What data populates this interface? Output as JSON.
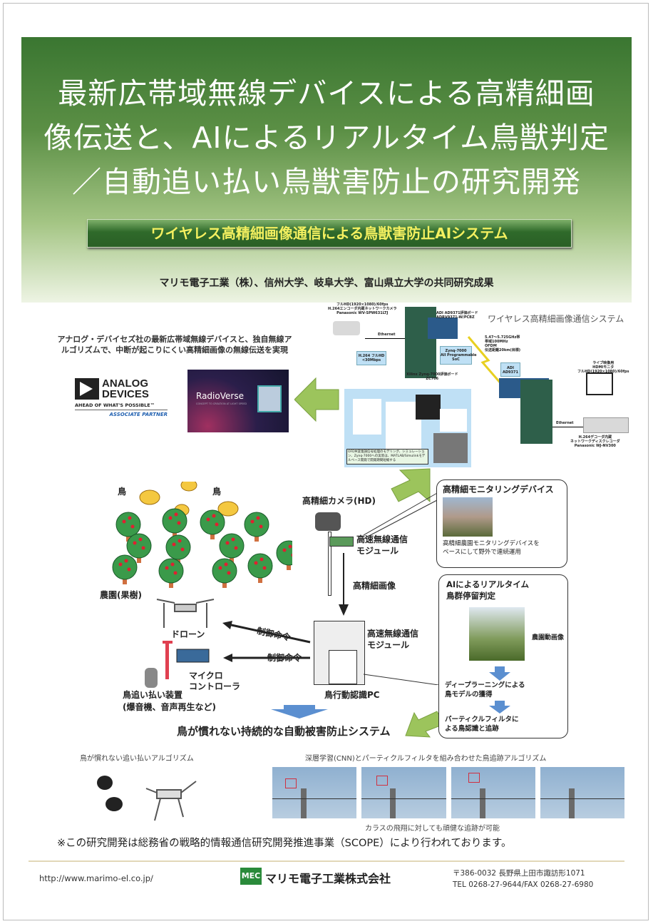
{
  "title_lines": [
    "最新広帯域無線デバイスによる高精細画",
    "像伝送と、AIによるリアルタイム鳥獣判定",
    "／自動追い払い鳥獣害防止の研究開発"
  ],
  "banner": "ワイヤレス高精細画像通信による鳥獣害防止AIシステム",
  "collaboration": "マリモ電子工業（株）、信州大学、岐阜大学、富山県立大学の共同研究成果",
  "intro": [
    "アナログ・デバイセズ社の最新広帯域無線デバイスと、独自無線ア",
    "ルゴリズムで、中断が起こりにくい高精細画像の無線伝送を実現"
  ],
  "adi_logo": {
    "line1": "ANALOG",
    "line2": "DEVICES",
    "tagline": "AHEAD OF WHAT'S POSSIBLE™",
    "partner": "ASSOCIATE PARTNER"
  },
  "radioverse": {
    "name": "RadioVerse",
    "tagline": "CONCEPT TO CREATION AT LIGHT SPEED"
  },
  "system": {
    "title": "ワイヤレス高精細画像通信システム",
    "camera_spec": [
      "フルHD(1920×1080)/60fps",
      "H.264エンコーダ内蔵ネットワークカメラ",
      "Panasonic WV-SPW631LTJ"
    ],
    "ethernet1": "Ethernet",
    "h264_bubble": [
      "H.264 フルHD",
      "<30Mbps"
    ],
    "adi_board": [
      "ADI AD9371評価ボード",
      "ADRV9371-W/PCBZ"
    ],
    "zynq_bubble": [
      "Zynq-7000",
      "All Programmable",
      "SoC"
    ],
    "xilinx_board": [
      "Xilinx Zynq-7000評価ボード",
      "ZC706"
    ],
    "radio_spec": [
      "5.47〜5.725GHz帯",
      "帯域100MHz",
      "OFDM",
      "伝送距離20km(目標)"
    ],
    "adi_bubble": [
      "ADI",
      "AD9371"
    ],
    "monitor_spec": [
      "ライブ映像用",
      "HDMIモニタ",
      "フルHD(1920×1080)/60fps"
    ],
    "ethernet2": "Ethernet",
    "recorder_spec": [
      "H.264デコーダ内蔵",
      "ネットワークディスクレコーダ",
      "Panasonic WJ-NV300"
    ],
    "ofdm_note": "OFDM変復調信号処理のモデリング、シミュレーション、Zynq-7000への実装は、MATLAB/Simulinkモデルベース開発で開発期間短縮する"
  },
  "diagram": {
    "bird1": "鳥",
    "bird2": "鳥",
    "orchard": "農園(果樹)",
    "drone": "ドローン",
    "scarer": "鳥追い払い装置",
    "scarer_note": "(爆音機、音声再生など)",
    "micro": [
      "マイクロ",
      "コントローラ"
    ],
    "command1": "制御命令",
    "command2": "制御命令",
    "camera": "高精細カメラ(HD)",
    "module1": [
      "高速無線通信",
      "モジュール"
    ],
    "image": "高精細画像",
    "module2": [
      "高速無線通信",
      "モジュール"
    ],
    "pc": "鳥行動認識PC",
    "system": "鳥が慣れない持続的な自動被害防止システム"
  },
  "monitoring": {
    "title": "高精細モニタリングデバイス",
    "desc": [
      "高精細農園モニタリングデバイスを",
      "ベースにして野外で連続運用"
    ]
  },
  "ai": {
    "title": [
      "AIによるリアルタイム",
      "鳥群停留判定"
    ],
    "video": "農園動画像",
    "step1": [
      "ディープラーニングによる",
      "鳥モデルの獲得"
    ],
    "step2": [
      "パーティクルフィルタに",
      "よる鳥認識と追跡"
    ]
  },
  "bottom": {
    "left_caption": "鳥が慣れない追い払いアルゴリズム",
    "right_caption": "深層学習(CNN)とパーティクルフィルタを組み合わせた鳥追跡アルゴリズム",
    "tracking_caption": "カラスの飛翔に対しても頑健な追跡が可能",
    "note": "※この研究開発は総務省の戦略的情報通信研究開発推進事業（SCOPE）により行われております。"
  },
  "footer": {
    "url": "http://www.marimo-el.co.jp/",
    "logo": "MEC",
    "company": "マリモ電子工業株式会社",
    "address": "〒386-0032 長野県上田市諏訪形1071",
    "tel": "TEL 0268-27-9644/FAX 0268-27-6980"
  },
  "colors": {
    "header_green": "#3a7631",
    "banner_text": "#f4f060",
    "arrow_green": "#9cc45c",
    "arrow_blue": "#5b8fd0",
    "box_blue": "#bfe0f5"
  }
}
